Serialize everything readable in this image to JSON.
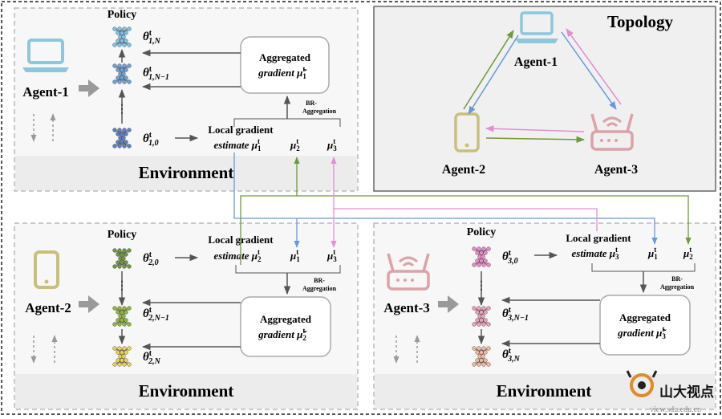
{
  "colors": {
    "blue": "#6a98da",
    "green": "#6f9a3a",
    "pink": "#e28ed2",
    "laptop": "#8ec6dc",
    "phone": "#c8c07a",
    "router": "#dca2a8",
    "arrow_gray": "#9a9a9a",
    "env_band": "#eeeeee",
    "topology_bg": "#f0f0f0"
  },
  "topology": {
    "title": "Topology",
    "agent1": "Agent-1",
    "agent2": "Agent-2",
    "agent3": "Agent-3"
  },
  "agent1": {
    "name": "Agent-1",
    "policy": "Policy",
    "theta_top": "θ",
    "theta_top_sub": "1,N",
    "theta_mid": "θ",
    "theta_mid_sub": "1,N−1",
    "theta_bot": "θ",
    "theta_bot_sub": "1,0",
    "local_line1": "Local gradient",
    "local_line2": "estimate μ",
    "local_sub": "1",
    "mu_a": "μ",
    "mu_a_sub": "2",
    "mu_b": "μ",
    "mu_b_sub": "3",
    "agg_line1": "Aggregated",
    "agg_line2": "gradient μ̃",
    "agg_sub": "1",
    "br1": "BR-",
    "br2": "Aggregation",
    "environment": "Environment"
  },
  "agent2": {
    "name": "Agent-2",
    "policy": "Policy",
    "theta_top": "θ",
    "theta_top_sub": "2,0",
    "theta_mid": "θ",
    "theta_mid_sub": "2,N−1",
    "theta_bot": "θ",
    "theta_bot_sub": "2,N",
    "local_line1": "Local gradient",
    "local_line2": "estimate μ",
    "local_sub": "2",
    "mu_a": "μ",
    "mu_a_sub": "1",
    "mu_b": "μ",
    "mu_b_sub": "3",
    "agg_line1": "Aggregated",
    "agg_line2": "gradient μ̃",
    "agg_sub": "2",
    "br1": "BR-",
    "br2": "Aggregation",
    "environment": "Environment"
  },
  "agent3": {
    "name": "Agent-3",
    "policy": "Policy",
    "theta_top": "θ",
    "theta_top_sub": "3,0",
    "theta_mid": "θ",
    "theta_mid_sub": "3,N−1",
    "theta_bot": "θ",
    "theta_bot_sub": "3,N",
    "local_line1": "Local gradient",
    "local_line2": "estimate μ",
    "local_sub": "3",
    "mu_a": "μ",
    "mu_a_sub": "1",
    "mu_b": "μ",
    "mu_b_sub": "2",
    "agg_line1": "Aggregated",
    "agg_line2": "gradient μ̃",
    "agg_sub": "3",
    "br1": "BR-",
    "br2": "Aggregation",
    "environment": "Environment"
  },
  "superscript_t": "t",
  "watermark": {
    "text": "山大视点",
    "url": "view.sdu.edu.cn"
  }
}
